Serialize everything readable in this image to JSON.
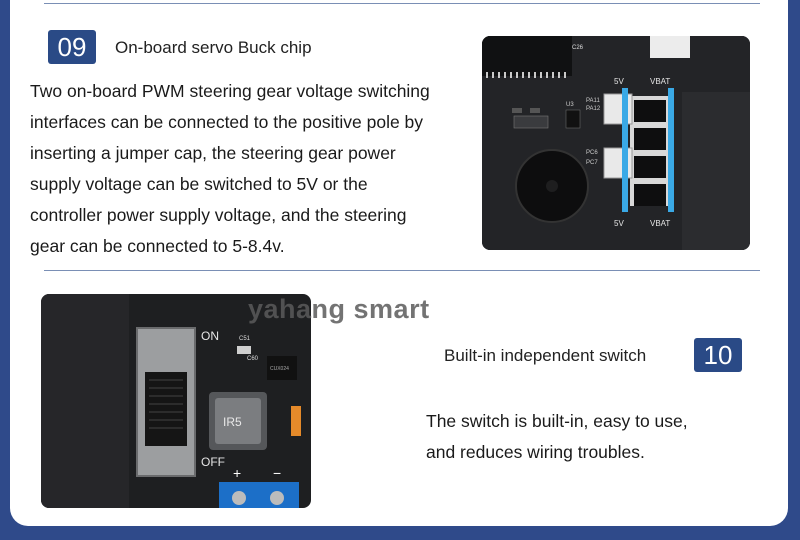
{
  "section09": {
    "number": "09",
    "title": "On-board servo Buck chip",
    "lines": [
      "Two on-board PWM steering gear voltage switching",
      "interfaces can be connected to the positive pole by",
      "inserting a jumper cap, the steering gear power",
      "supply voltage can be switched to 5V or the",
      "controller power supply voltage, and the steering",
      "gear can be connected to 5-8.4v."
    ],
    "board_labels": {
      "v5": "5V",
      "vbat": "VBAT",
      "c26": "C26",
      "u3": "U3",
      "pa11": "PA11",
      "pa12": "PA12",
      "pc6": "PC6",
      "pc7": "PC7"
    }
  },
  "section10": {
    "number": "10",
    "title": "Built-in independent switch",
    "lines": [
      "The switch is built-in, easy to use,",
      "and reduces wiring troubles."
    ],
    "board_labels": {
      "on": "ON",
      "off": "OFF",
      "ir5": "IR5",
      "plus": "+",
      "minus": "−",
      "c51": "C51",
      "c60": "C60",
      "chip": "CUX024"
    }
  },
  "watermark": "yahang smart",
  "colors": {
    "accent": "#2a4a86",
    "background": "#2f4a8a"
  }
}
